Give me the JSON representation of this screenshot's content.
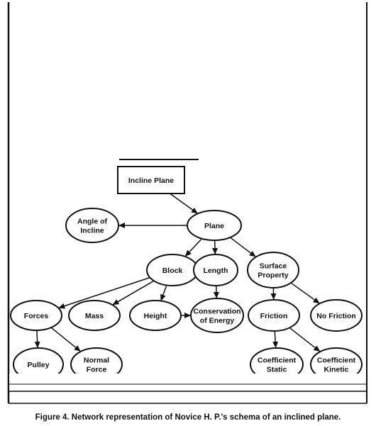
{
  "figure": {
    "caption": "Figure 4. Network representation of Novice H. P.'s schema of an inclined plane."
  },
  "nodes": [
    {
      "id": "incline-plane",
      "shape": "rect",
      "lines": [
        "Incline Plane"
      ]
    },
    {
      "id": "plane",
      "shape": "ellipse",
      "lines": [
        "Plane"
      ]
    },
    {
      "id": "angle-of-incline",
      "shape": "ellipse",
      "lines": [
        "Angle of",
        "Incline"
      ]
    },
    {
      "id": "block",
      "shape": "ellipse",
      "lines": [
        "Block"
      ]
    },
    {
      "id": "length",
      "shape": "ellipse",
      "lines": [
        "Length"
      ]
    },
    {
      "id": "surface-property",
      "shape": "ellipse",
      "lines": [
        "Surface",
        "Property"
      ]
    },
    {
      "id": "forces",
      "shape": "ellipse",
      "lines": [
        "Forces"
      ]
    },
    {
      "id": "mass",
      "shape": "ellipse",
      "lines": [
        "Mass"
      ]
    },
    {
      "id": "height",
      "shape": "ellipse",
      "lines": [
        "Height"
      ]
    },
    {
      "id": "conservation-of-energy",
      "shape": "ellipse",
      "lines": [
        "Conservation",
        "of Energy"
      ]
    },
    {
      "id": "friction",
      "shape": "ellipse",
      "lines": [
        "Friction"
      ]
    },
    {
      "id": "no-friction",
      "shape": "ellipse",
      "lines": [
        "No Friction"
      ]
    },
    {
      "id": "pulley",
      "shape": "ellipse",
      "lines": [
        "Pulley"
      ]
    },
    {
      "id": "normal-force",
      "shape": "ellipse",
      "lines": [
        "Normal",
        "Force"
      ]
    },
    {
      "id": "coefficient-static-friction",
      "shape": "ellipse",
      "lines": [
        "Coefficient",
        "Static"
      ]
    },
    {
      "id": "coefficient-kinetic-friction",
      "shape": "ellipse",
      "lines": [
        "Coefficient",
        "Kinetic"
      ]
    }
  ],
  "edges": [
    {
      "from": "incline-plane",
      "to": "plane"
    },
    {
      "from": "plane",
      "to": "angle-of-incline"
    },
    {
      "from": "plane",
      "to": "block"
    },
    {
      "from": "plane",
      "to": "length"
    },
    {
      "from": "plane",
      "to": "surface-property"
    },
    {
      "from": "block",
      "to": "forces"
    },
    {
      "from": "block",
      "to": "mass"
    },
    {
      "from": "block",
      "to": "height"
    },
    {
      "from": "length",
      "to": "conservation-of-energy"
    },
    {
      "from": "height",
      "to": "conservation-of-energy"
    },
    {
      "from": "surface-property",
      "to": "friction"
    },
    {
      "from": "surface-property",
      "to": "no-friction"
    },
    {
      "from": "forces",
      "to": "pulley"
    },
    {
      "from": "forces",
      "to": "normal-force"
    },
    {
      "from": "friction",
      "to": "coefficient-static-friction"
    },
    {
      "from": "friction",
      "to": "coefficient-kinetic-friction"
    }
  ]
}
